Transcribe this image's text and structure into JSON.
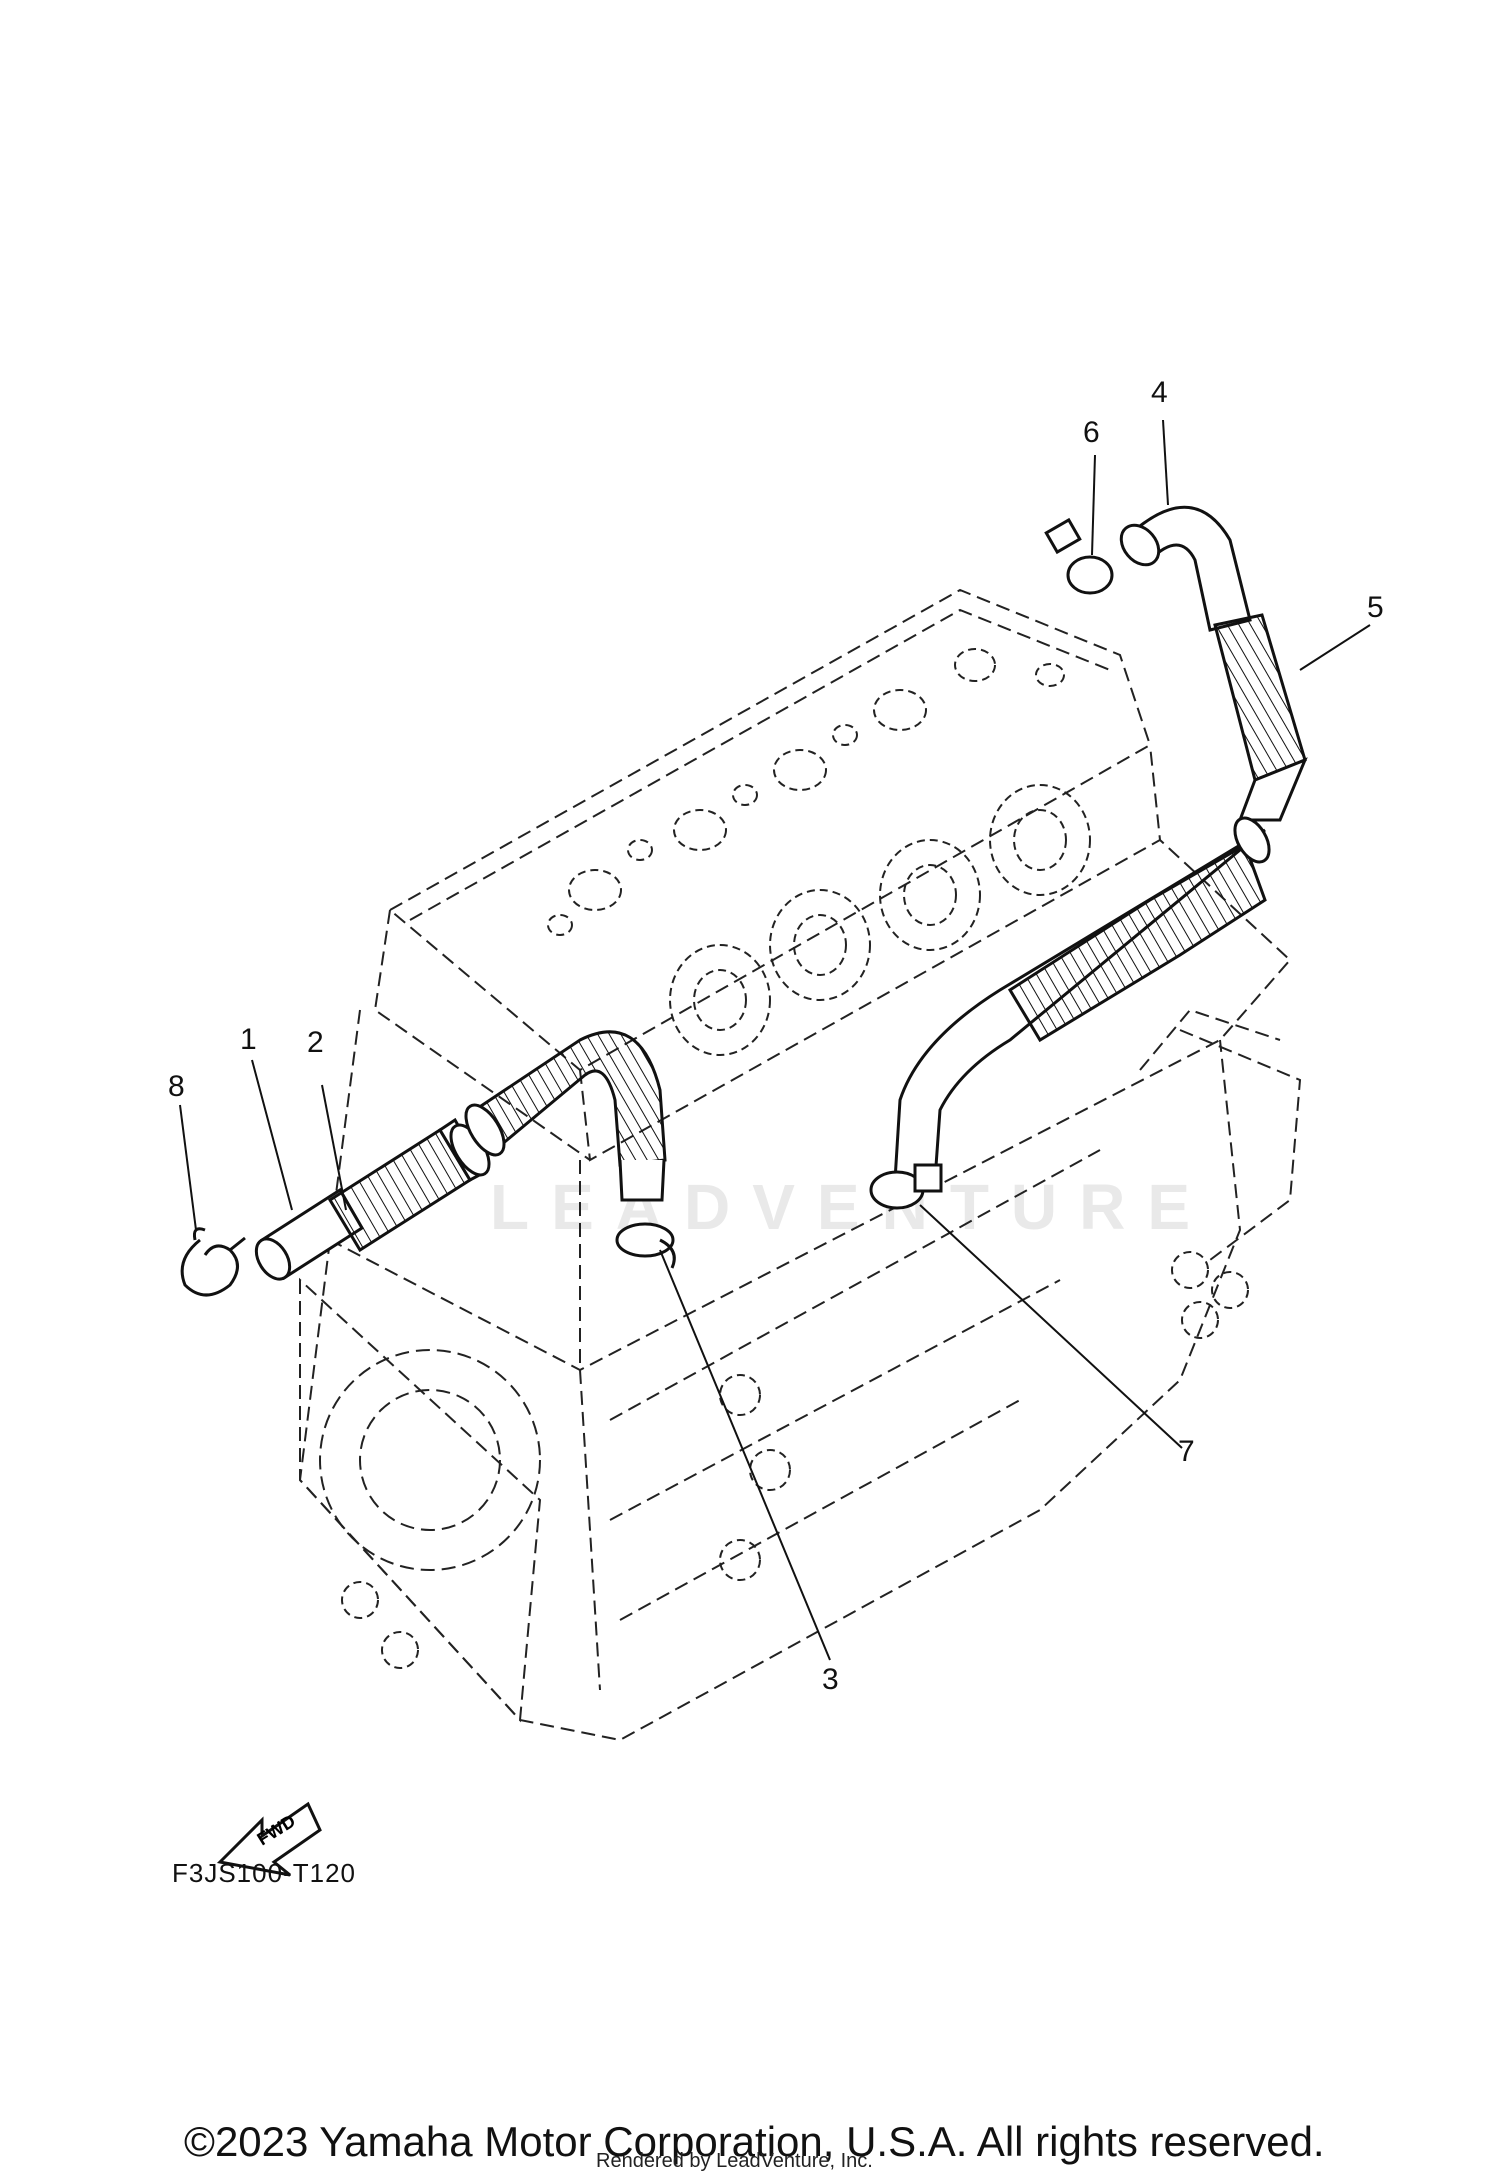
{
  "callouts": [
    {
      "num": "1"
    },
    {
      "num": "2"
    },
    {
      "num": "3"
    },
    {
      "num": "4"
    },
    {
      "num": "5"
    },
    {
      "num": "6"
    },
    {
      "num": "7"
    },
    {
      "num": "8"
    }
  ],
  "fwd_label": "FWD",
  "diagram_code": "F3JS100-T120",
  "copyright": "©2023 Yamaha Motor Corporation, U.S.A. All rights reserved.",
  "rendered_by": "Rendered by LeadVenture, Inc.",
  "watermark": "LEADVENTURE"
}
